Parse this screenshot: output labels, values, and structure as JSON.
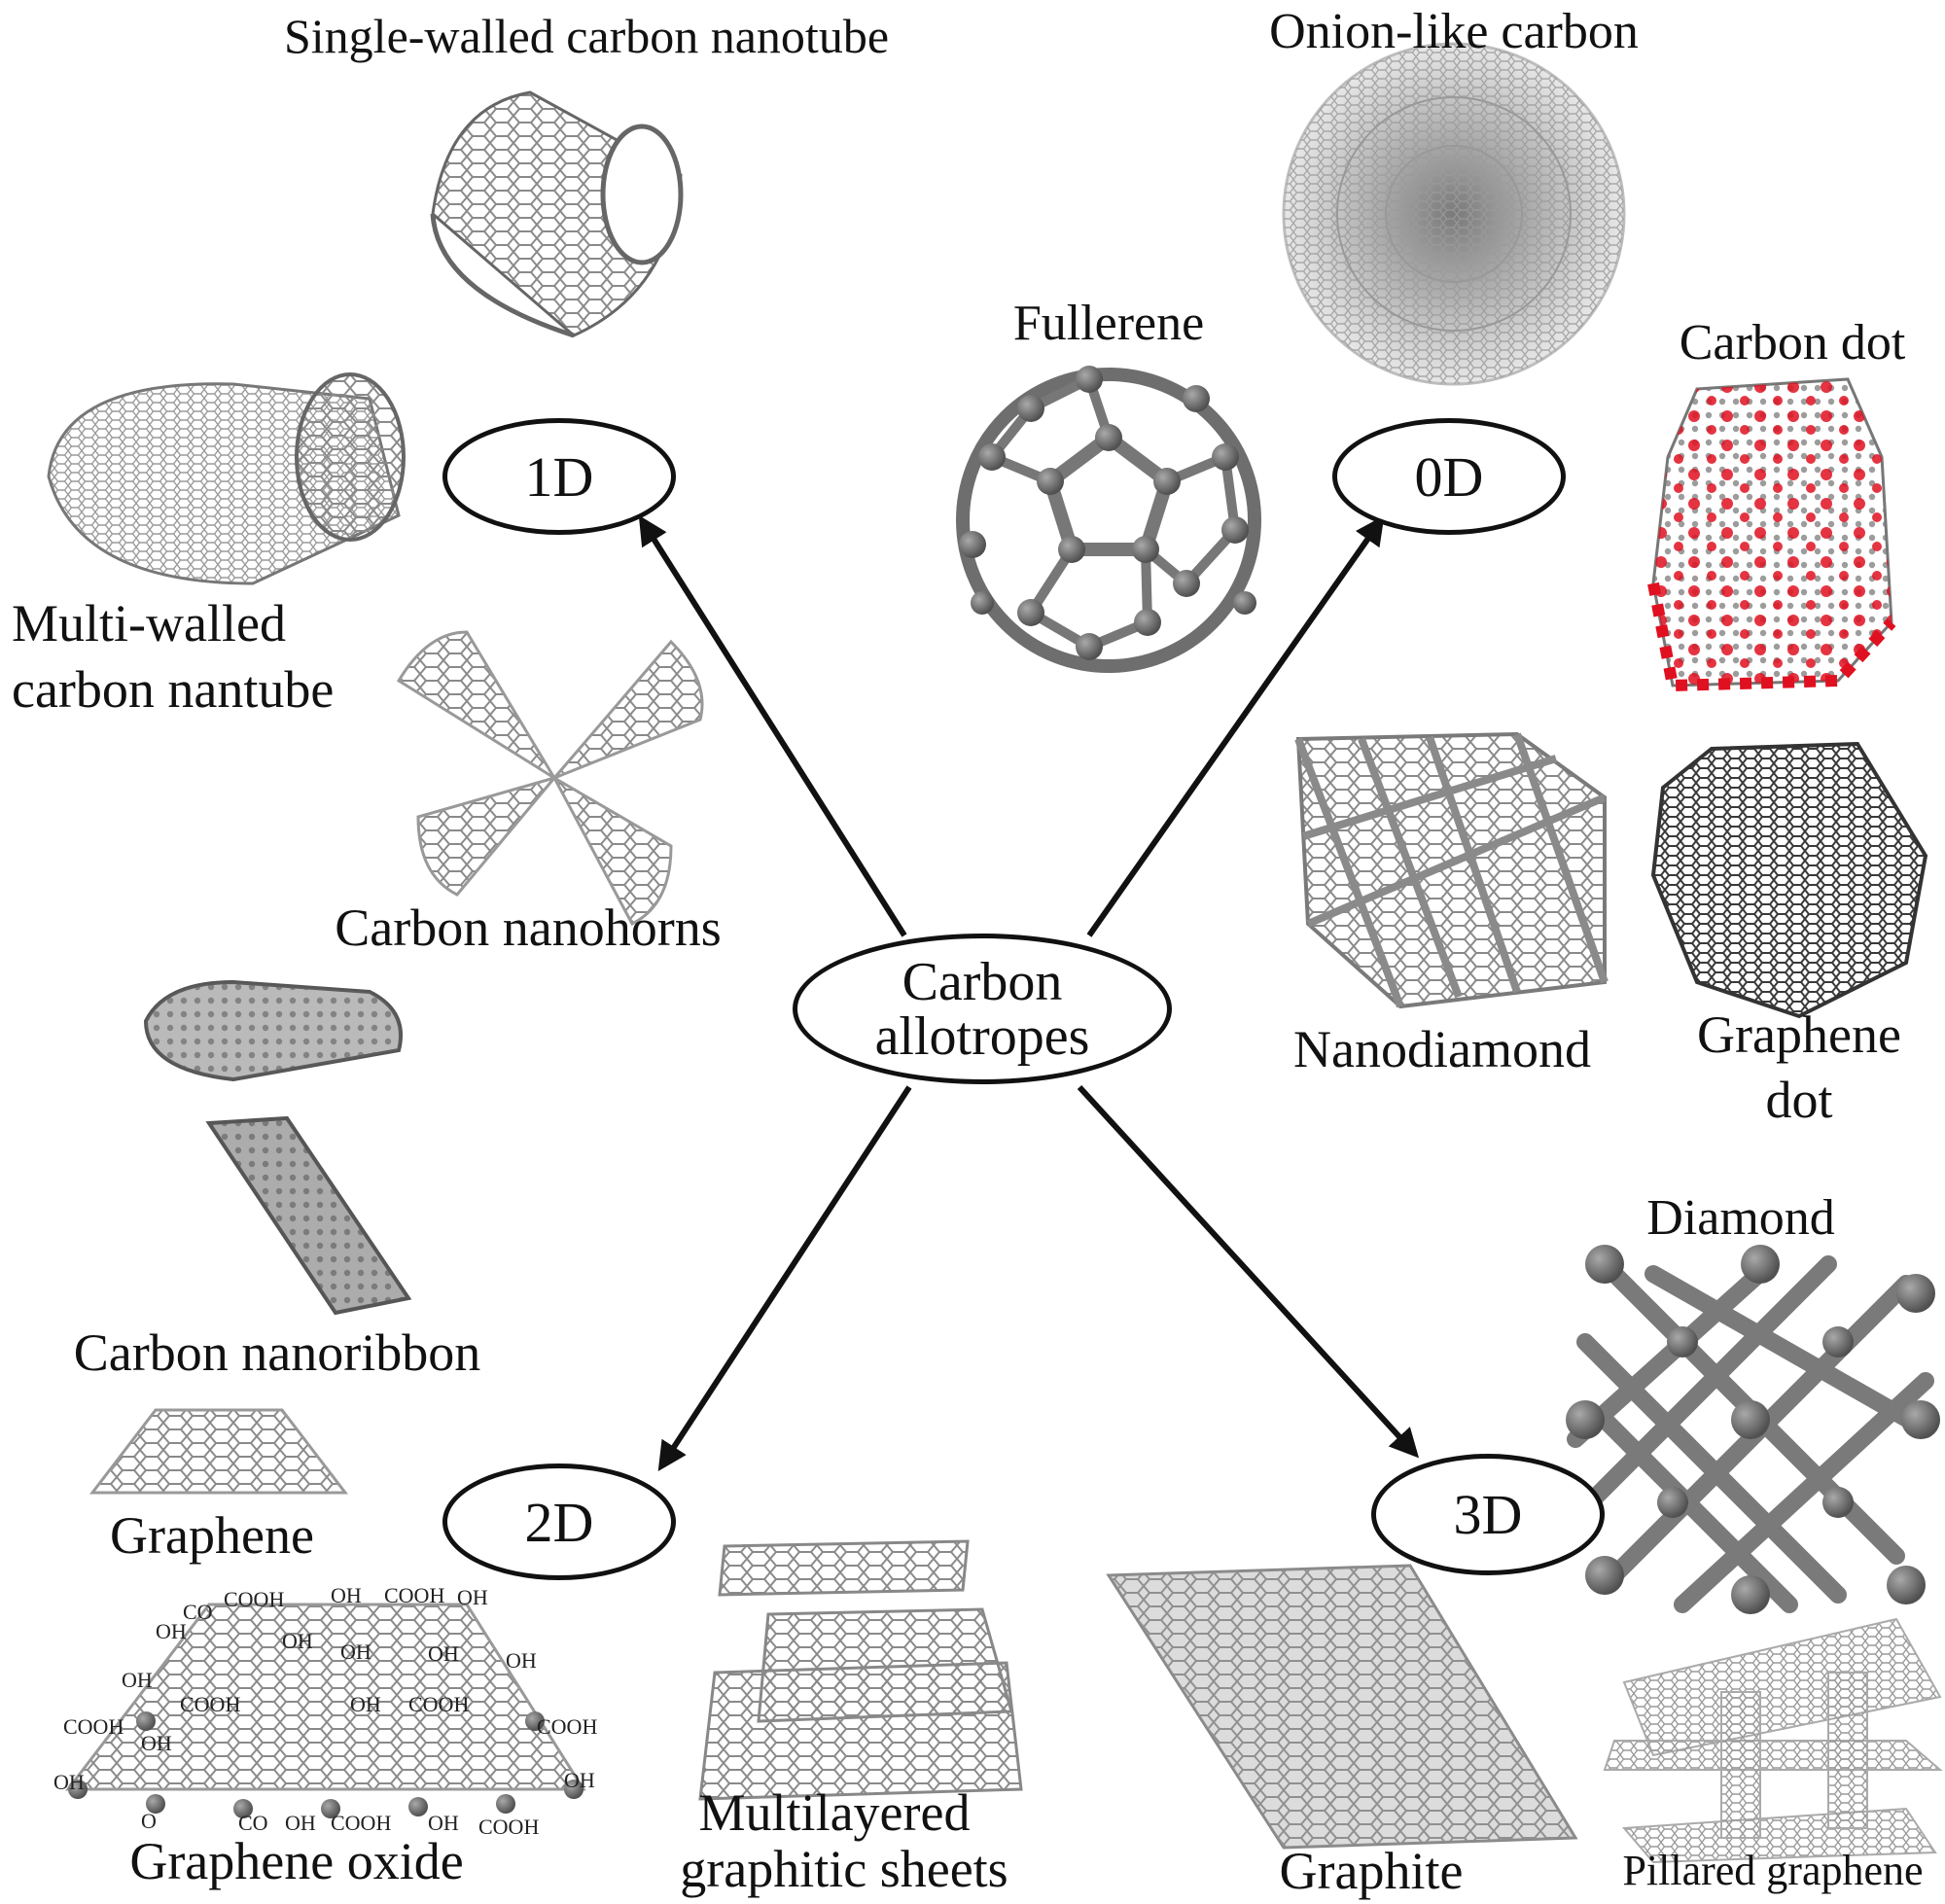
{
  "center": {
    "line1": "Carbon",
    "line2": "allotropes"
  },
  "dimensions": {
    "d1": "1D",
    "d0": "0D",
    "d2": "2D",
    "d3": "3D"
  },
  "labels": {
    "swcnt": "Single-walled carbon nanotube",
    "mwcnt_1": "Multi-walled",
    "mwcnt_2": "carbon nantube",
    "nanohorns": "Carbon nanohorns",
    "onion": "Onion-like carbon",
    "fullerene": "Fullerene",
    "carbon_dot": "Carbon dot",
    "nanodiamond": "Nanodiamond",
    "graphene_dot_1": "Graphene",
    "graphene_dot_2": "dot",
    "nanoribbon": "Carbon nanoribbon",
    "graphene": "Graphene",
    "graphene_oxide": "Graphene oxide",
    "multilayer_1": "Multilayered",
    "multilayer_2": "graphitic sheets",
    "diamond": "Diamond",
    "graphite": "Graphite",
    "pillared": "Pillared graphene"
  },
  "go_groups": {
    "g1": "CO",
    "g2": "COOH",
    "g3": "OH",
    "g4": "COOH",
    "g5": "OH",
    "g6": "OH",
    "g7": "OH",
    "g8": "OH",
    "g9": "OH",
    "g10": "OH",
    "g11": "OH",
    "g12": "COOH",
    "g13": "OH",
    "g14": "COOH",
    "g15": "COOH",
    "g16": "OH",
    "g17": "COOH",
    "g18": "OH",
    "g19": "OH",
    "g20": "O",
    "g21": "CO",
    "g22": "OH",
    "g23": "COOH",
    "g24": "OH",
    "g25": "COOH"
  },
  "colors": {
    "atom": "#6e6e6e",
    "bond": "#8a8a8a",
    "oxygen": "#e01020",
    "line": "#111111"
  }
}
